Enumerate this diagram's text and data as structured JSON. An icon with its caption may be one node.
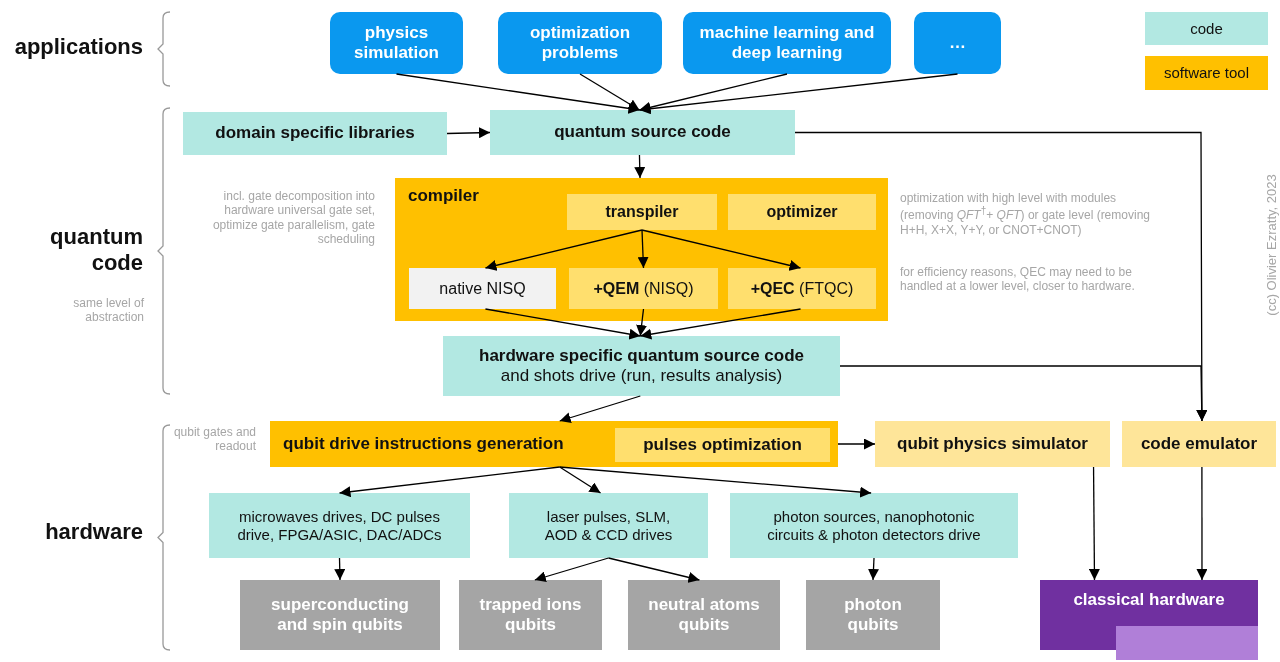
{
  "diagram": {
    "nodes": [
      {
        "text": [
          "physics simulation"
        ]
      },
      {
        "text": [
          "optimization problems"
        ]
      },
      {
        "text": [
          "machine learning and deep learning"
        ]
      },
      {
        "text": [
          "…"
        ]
      },
      {
        "text": [
          "domain specific libraries"
        ]
      },
      {
        "text": [
          "quantum source code"
        ]
      },
      {
        "text": [
          "compiler"
        ]
      },
      {
        "text": [
          "transpiler"
        ],
        "in": 6
      },
      {
        "text": [
          "optimizer"
        ],
        "in": 6
      },
      {
        "text": [
          "native NISQ"
        ],
        "in": 6
      },
      {
        "text": [
          "**+QEM** (NISQ)"
        ],
        "in": 6
      },
      {
        "text": [
          "**+QEC** (FTQC)"
        ],
        "in": 6
      },
      {
        "text": [
          "hardware specific quantum source code",
          "and shots drive (run, results analysis)"
        ]
      },
      {
        "text": [
          "qubit drive instructions generation"
        ]
      },
      {
        "text": [
          "pulses optimization"
        ],
        "in": 13
      },
      {
        "text": [
          "qubit physics simulator"
        ]
      },
      {
        "text": [
          "code emulator"
        ]
      },
      {
        "text": [
          "microwaves drives, DC pulses drive, FPGA/ASIC, DAC/ADCs"
        ]
      },
      {
        "text": [
          "laser pulses, SLM, AOD & CCD drives"
        ]
      },
      {
        "text": [
          "photon sources, nanophotonic circuits & photon detectors drive"
        ]
      },
      {
        "text": [
          "superconducting and spin qubits"
        ]
      },
      {
        "text": [
          "trapped ions qubits"
        ]
      },
      {
        "text": [
          "neutral atoms qubits"
        ]
      },
      {
        "text": [
          "photon qubits"
        ]
      },
      {
        "text": [
          "classical hardware"
        ]
      },
      {
        "text": [],
        "shape": "box",
        "in": 24
      }
    ],
    "edges": [
      {
        "from": 0,
        "to": 5,
        "arrow": "to"
      },
      {
        "from": 1,
        "to": 5,
        "arrow": "to"
      },
      {
        "from": 2,
        "to": 5,
        "arrow": "to"
      },
      {
        "from": 3,
        "to": 5,
        "arrow": "to"
      },
      {
        "from": 4,
        "to": 5,
        "arrow": "to"
      },
      {
        "from": 5,
        "to": 6,
        "arrow": "to"
      },
      {
        "from": 5,
        "to": 16,
        "arrow": "to"
      },
      {
        "from": 7,
        "to": 9,
        "arrow": "to"
      },
      {
        "from": 7,
        "to": 10,
        "arrow": "to"
      },
      {
        "from": 7,
        "to": 11,
        "arrow": "to"
      },
      {
        "from": 9,
        "to": 12,
        "arrow": "to"
      },
      {
        "from": 10,
        "to": 12,
        "arrow": "to"
      },
      {
        "from": 11,
        "to": 12,
        "arrow": "to"
      },
      {
        "from": 12,
        "to": 13,
        "arrow": "to"
      },
      {
        "from": 12,
        "to": 16,
        "arrow": "to"
      },
      {
        "from": 13,
        "to": 15,
        "arrow": "to"
      },
      {
        "from": 13,
        "to": 17,
        "arrow": "to"
      },
      {
        "from": 13,
        "to": 18,
        "arrow": "to"
      },
      {
        "from": 13,
        "to": 19,
        "arrow": "to"
      },
      {
        "from": 17,
        "to": 20,
        "arrow": "to"
      },
      {
        "from": 18,
        "to": 21,
        "arrow": "to"
      },
      {
        "from": 18,
        "to": 22,
        "arrow": "to"
      },
      {
        "from": 19,
        "to": 23,
        "arrow": "to"
      },
      {
        "from": 15,
        "to": 24,
        "arrow": "to"
      },
      {
        "from": 16,
        "to": 24,
        "arrow": "to"
      }
    ],
    "labels": [
      "applications",
      "quantum code",
      "same level of abstraction",
      "incl. gate decomposition into hardware universal gate set, optimize gate parallelism, gate scheduling",
      "optimization with high level with modules (removing *QFT*$^{†}$+ *QFT*) or gate level (removing H+H, X+X, Y+Y, or CNOT+CNOT)",
      "for efficiency reasons, QEC may need to be handled at a lower level, closer to hardware.",
      "qubit gates and readout",
      "hardware",
      "(cc) Olivier Ezratty, 2023"
    ],
    "legend": [
      {
        "text": "code",
        "color": "#b2e8e2"
      },
      {
        "text": "software tool",
        "color": "#ffc000"
      }
    ]
  }
}
